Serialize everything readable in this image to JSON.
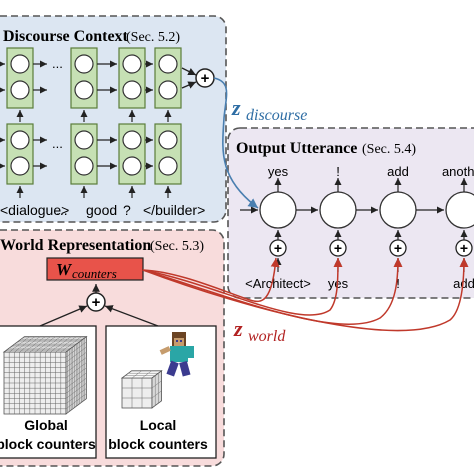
{
  "discourse": {
    "title": "Discourse Context",
    "section": "(Sec. 5.2)",
    "ellipsis_top": "...",
    "ellipsis_mid": "...",
    "input_tokens": [
      "<dialogue>",
      "...",
      "good",
      "?",
      "</builder>"
    ]
  },
  "z_discourse": {
    "main": "z",
    "sub": "discourse"
  },
  "output": {
    "title": "Output Utterance",
    "section": "(Sec. 5.4)",
    "outputs": [
      "yes",
      "!",
      "add",
      "another"
    ],
    "inputs": [
      "<Architect>",
      "yes",
      "!",
      "add"
    ]
  },
  "world": {
    "title": "World Representation",
    "section": "(Sec. 5.3)",
    "w_main": "W",
    "w_sub": "counters",
    "global_label_1": "Global",
    "global_label_2": "block counters",
    "local_label_1": "Local",
    "local_label_2": "block counters"
  },
  "z_world": {
    "main": "z",
    "sub": "world"
  },
  "plus_symbol": "+",
  "colors": {
    "discourse_bg": "#dce6f2",
    "world_bg": "#f8dcdc",
    "output_bg": "#ece7f2",
    "cell_fill": "#c6e0b4",
    "w_box": "#e8534a",
    "discourse_arrow": "#4a7fb0",
    "world_arrow": "#c0392b",
    "z_discourse_text": "#2e6da4",
    "z_world_text": "#b22222"
  }
}
